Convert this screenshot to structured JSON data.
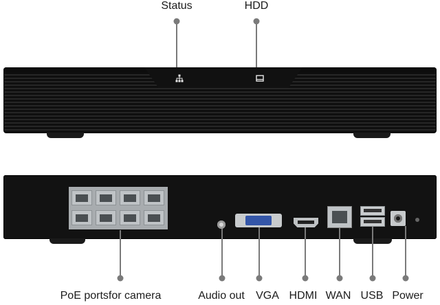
{
  "front_labels": {
    "status": "Status",
    "hdd": "HDD"
  },
  "rear_labels": {
    "poe": "PoE portsfor camera",
    "audio": "Audio out",
    "vga": "VGA",
    "hdmi": "HDMI",
    "wan": "WAN",
    "usb": "USB",
    "power": "Power"
  },
  "icons": {
    "status": "network-tree-icon",
    "hdd": "hard-drive-icon"
  },
  "colors": {
    "device_body": "#1c1c1c",
    "callout": "#7a7a7a",
    "vga_connector": "#3456a8"
  }
}
